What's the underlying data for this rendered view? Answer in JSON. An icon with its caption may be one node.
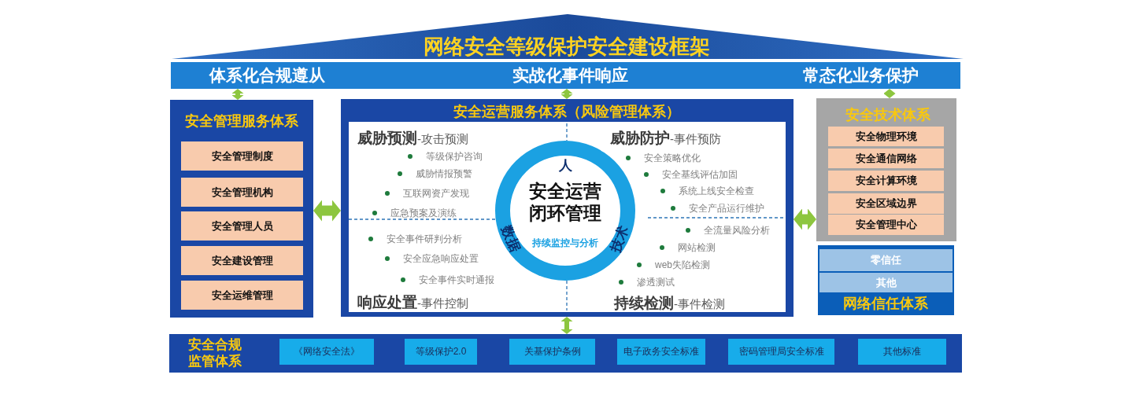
{
  "diagram": {
    "nodes": [
      {
        "text": [
          "网络安全等级保护安全建设框架"
        ]
      },
      {
        "text": [
          "体系化合规遵从"
        ]
      },
      {
        "text": [
          "实战化事件响应"
        ]
      },
      {
        "text": [
          "常态化业务保护"
        ]
      },
      {
        "text": [
          "安全管理服务体系"
        ]
      },
      {
        "text": [
          "安全管理制度"
        ],
        "in": 4
      },
      {
        "text": [
          "安全管理机构"
        ],
        "in": 4
      },
      {
        "text": [
          "安全管理人员"
        ],
        "in": 4
      },
      {
        "text": [
          "安全建设管理"
        ],
        "in": 4
      },
      {
        "text": [
          "安全运维管理"
        ],
        "in": 4
      },
      {
        "text": [
          "安全运营服务体系（风险管理体系）"
        ]
      },
      {
        "text": [
          "**威胁预测**-攻击预测",
          "等级保护咨询",
          "威胁情报预警",
          "互联网资产发现",
          "应急预案及演练",
          "**威胁防护**-事件预防",
          "安全策略优化",
          "安全基线评估加固",
          "系统上线安全检查",
          "安全产品运行维护",
          "安全事件研判分析",
          "安全应急响应处置",
          "安全事件实时通报",
          "**响应处置**-事件控制",
          "全流量风险分析",
          "网站检测",
          "web失陷检测",
          "渗透测试",
          "**持续检测**-事件检测"
        ],
        "in": 10
      },
      {
        "text": [
          "人",
          "安全运营闭环管理",
          "持续监控与分析",
          "数据",
          "技术"
        ],
        "in": 11
      },
      {
        "text": [
          "安全技术体系"
        ]
      },
      {
        "text": [
          "安全物理环境"
        ],
        "in": 13
      },
      {
        "text": [
          "安全通信网络"
        ],
        "in": 13
      },
      {
        "text": [
          "安全计算环境"
        ],
        "in": 13
      },
      {
        "text": [
          "安全区域边界"
        ],
        "in": 13
      },
      {
        "text": [
          "安全管理中心"
        ],
        "in": 13
      },
      {
        "text": [
          "网络信任体系"
        ]
      },
      {
        "text": [
          "零信任"
        ],
        "in": 19
      },
      {
        "text": [
          "其他"
        ],
        "in": 19
      },
      {
        "text": [
          "安全合规监管体系"
        ]
      },
      {
        "text": [
          "《网络安全法》"
        ],
        "in": 22
      },
      {
        "text": [
          "等级保护2.0"
        ],
        "in": 22
      },
      {
        "text": [
          "关基保护条例"
        ],
        "in": 22
      },
      {
        "text": [
          "电子政务安全标准"
        ],
        "in": 22
      },
      {
        "text": [
          "密码管理局安全标准"
        ],
        "in": 22
      },
      {
        "text": [
          "其他标准"
        ],
        "in": 22
      }
    ],
    "edges": [
      {
        "from": 1,
        "to": 4,
        "arrow": "both"
      },
      {
        "from": 2,
        "to": 10,
        "arrow": "both"
      },
      {
        "from": 3,
        "to": 13,
        "arrow": "both"
      },
      {
        "from": 4,
        "to": 10,
        "arrow": "both"
      },
      {
        "from": 10,
        "to": 13,
        "arrow": "both"
      },
      {
        "from": 10,
        "to": 22,
        "arrow": "both"
      }
    ]
  }
}
